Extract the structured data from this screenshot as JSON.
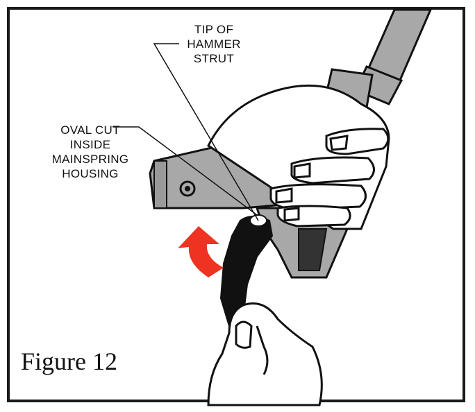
{
  "labels": {
    "tip_of_hammer_strut": "TIP OF\nHAMMER\nSTRUT",
    "oval_cut": "OVAL CUT\nINSIDE\nMAINSPRING\nHOUSING"
  },
  "caption": "Figure 12",
  "colors": {
    "arrow": "#ee3322",
    "metal": "#a8a8a8",
    "ink": "#111111"
  },
  "icons": {
    "rotation_arrow": "curved-arrow-icon"
  }
}
